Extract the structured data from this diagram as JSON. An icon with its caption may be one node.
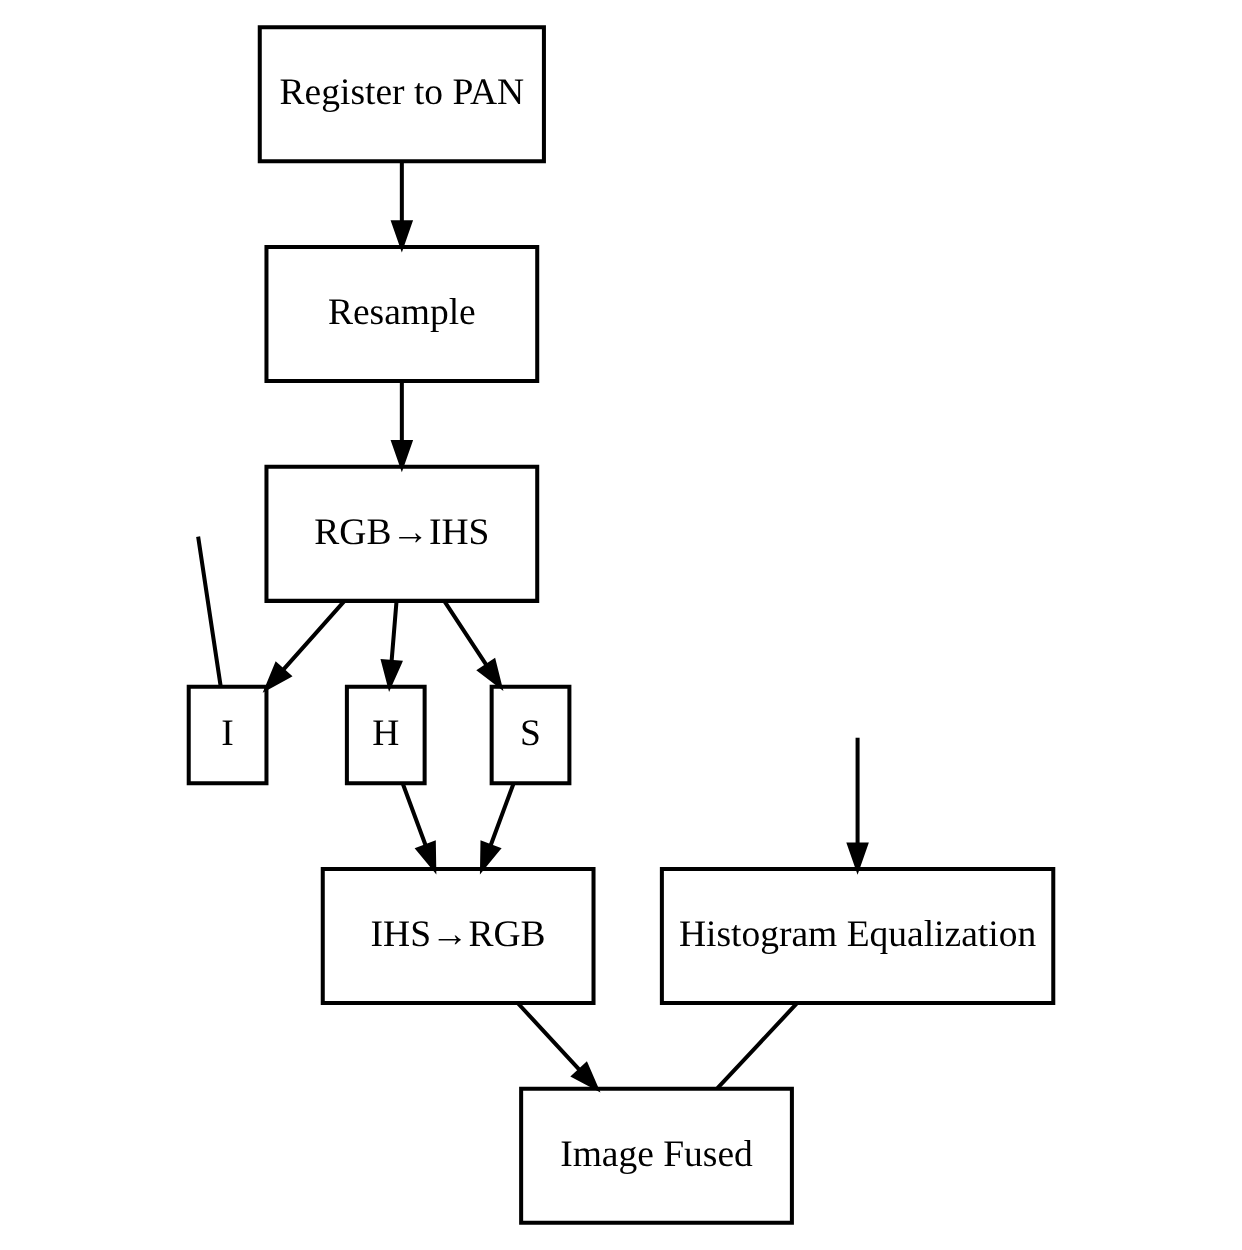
{
  "diagram": {
    "nodes": [
      {
        "text": [
          "Register to PAN"
        ]
      },
      {
        "text": [
          "Histogram Equalization"
        ]
      },
      {
        "text": [
          "Resample"
        ]
      },
      {
        "text": [
          "RGB→IHS"
        ]
      },
      {
        "text": [
          "I"
        ]
      },
      {
        "text": [
          "H"
        ]
      },
      {
        "text": [
          "S"
        ]
      },
      {
        "text": [
          "IHS→RGB"
        ]
      },
      {
        "text": [
          "Image Fused"
        ]
      }
    ],
    "edges": [
      {
        "from": null,
        "to": 1,
        "arrow": "to"
      },
      {
        "from": null,
        "to": 4,
        "arrow": "none"
      },
      {
        "from": 0,
        "to": 2,
        "arrow": "to"
      },
      {
        "from": 2,
        "to": 3,
        "arrow": "to"
      },
      {
        "from": 3,
        "to": 4,
        "arrow": "to"
      },
      {
        "from": 3,
        "to": 5,
        "arrow": "to"
      },
      {
        "from": 3,
        "to": 6,
        "arrow": "to"
      },
      {
        "from": 5,
        "to": 7,
        "arrow": "to"
      },
      {
        "from": 6,
        "to": 7,
        "arrow": "to"
      },
      {
        "from": 7,
        "to": 8,
        "arrow": "to"
      },
      {
        "from": 1,
        "to": 8,
        "arrow": "none"
      }
    ]
  }
}
